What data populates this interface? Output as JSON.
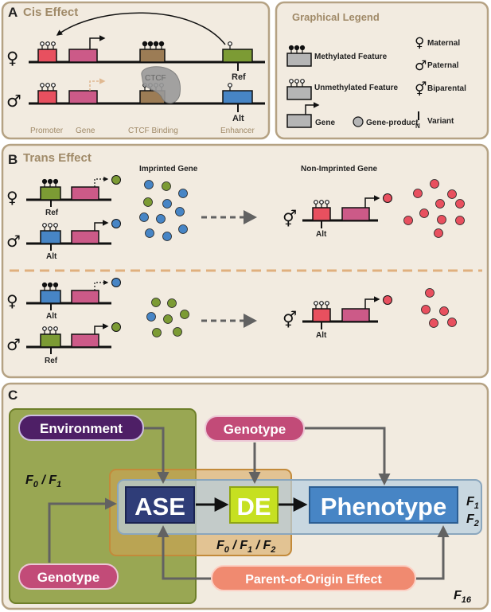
{
  "panel_a": {
    "letter": "A",
    "title": "Cis Effect",
    "labels": {
      "promoter": "Promoter",
      "gene": "Gene",
      "ctcf_binding": "CTCF Binding",
      "enhancer": "Enhancer",
      "ctcf": "CTCF",
      "ref": "Ref",
      "alt": "Alt"
    }
  },
  "legend": {
    "title": "Graphical Legend",
    "methylated": "Methylated Feature",
    "unmethylated": "Unmethylated Feature",
    "gene": "Gene",
    "gene_product": "Gene-product",
    "maternal": "Maternal",
    "paternal": "Paternal",
    "biparental": "Biparental",
    "variant": "Variant",
    "variant_letter": "N"
  },
  "panel_b": {
    "letter": "B",
    "title": "Trans Effect",
    "imprinted": "Imprinted Gene",
    "non_imprinted": "Non-Imprinted Gene",
    "ref": "Ref",
    "alt": "Alt"
  },
  "panel_c": {
    "letter": "C",
    "environment": "Environment",
    "genotype_top": "Genotype",
    "genotype_bottom": "Genotype",
    "ase": "ASE",
    "de": "DE",
    "phenotype": "Phenotype",
    "poe": "Parent-of-Origin Effect",
    "f0": "F",
    "f0_sub": "0",
    "slash1": " / ",
    "f1": "F",
    "f1_sub": "1",
    "mid_f0": "F",
    "mid_f0_sub": "0",
    "mid_sep1": " / ",
    "mid_f1": "F",
    "mid_f1_sub": "1",
    "mid_sep2": " / ",
    "mid_f2": "F",
    "mid_f2_sub": "2",
    "ph_f1": "F",
    "ph_f1_sub": "1",
    "ph_f2": "F",
    "ph_f2_sub": "2",
    "f16": "F",
    "f16_sub": "16"
  },
  "colors": {
    "panel_bg": "#f2ebe0",
    "panel_border": "#b5a283",
    "title": "#a08a68",
    "red": "#e8505f",
    "pink": "#cc5a88",
    "brown": "#9c7c55",
    "green": "#7c9b34",
    "blue": "#4785c5",
    "navy": "#2f3d78",
    "lime": "#c6e021",
    "purple": "#4e1f66",
    "genotype": "#c24b78",
    "poe": "#f08a70",
    "arrow": "#626262"
  }
}
